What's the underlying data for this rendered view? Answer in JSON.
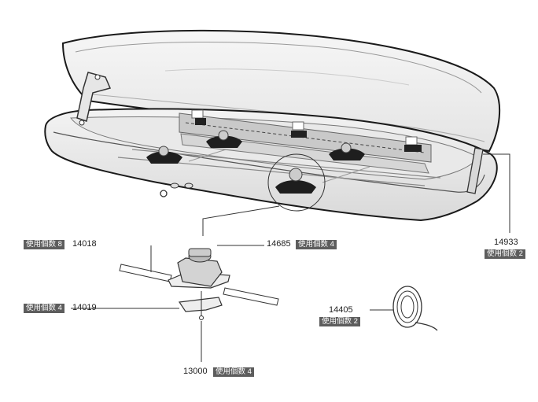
{
  "callouts": {
    "p14018": {
      "part": "14018",
      "qty": "使用個数 8"
    },
    "p14685": {
      "part": "14685",
      "qty": "使用個数 4"
    },
    "p14019": {
      "part": "14019",
      "qty": "使用個数 4"
    },
    "p13000": {
      "part": "13000",
      "qty": "使用個数 4"
    },
    "p14405": {
      "part": "14405",
      "qty": "使用個数 2"
    },
    "p14933": {
      "part": "14933",
      "qty": "使用個数 2"
    }
  }
}
